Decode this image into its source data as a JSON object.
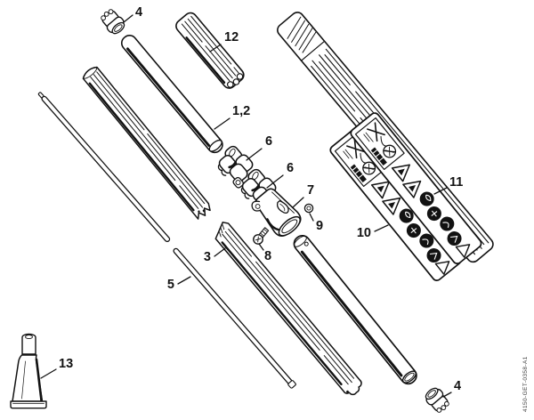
{
  "diagram": {
    "type": "exploded-parts-diagram",
    "drawing_number": "4150-GET-0358-A1",
    "background_color": "#ffffff",
    "line_color": "#121212",
    "callouts": [
      {
        "part": "4",
        "target": "top-cap-nut"
      },
      {
        "part": "12",
        "target": "ribbed-grip-sleeve"
      },
      {
        "part": "1,2",
        "target": "upper-drive-tube"
      },
      {
        "part": "6",
        "target": "clamp-upper"
      },
      {
        "part": "6",
        "target": "clamp-lower"
      },
      {
        "part": "7",
        "target": "coupling-housing"
      },
      {
        "part": "9",
        "target": "small-nut"
      },
      {
        "part": "8",
        "target": "screw"
      },
      {
        "part": "3",
        "target": "ribbed-tube"
      },
      {
        "part": "5",
        "target": "drive-shaft"
      },
      {
        "part": "10",
        "target": "warning-label-left"
      },
      {
        "part": "11",
        "target": "warning-label-right"
      },
      {
        "part": "13",
        "target": "grease-tube"
      },
      {
        "part": "4",
        "target": "bottom-cap-nut"
      }
    ],
    "icons": [
      "crossed-tools-icon",
      "prohibition-circle-icon",
      "barcode-bar-icon",
      "warning-triangle-icon",
      "pictogram-circle-icon"
    ]
  }
}
